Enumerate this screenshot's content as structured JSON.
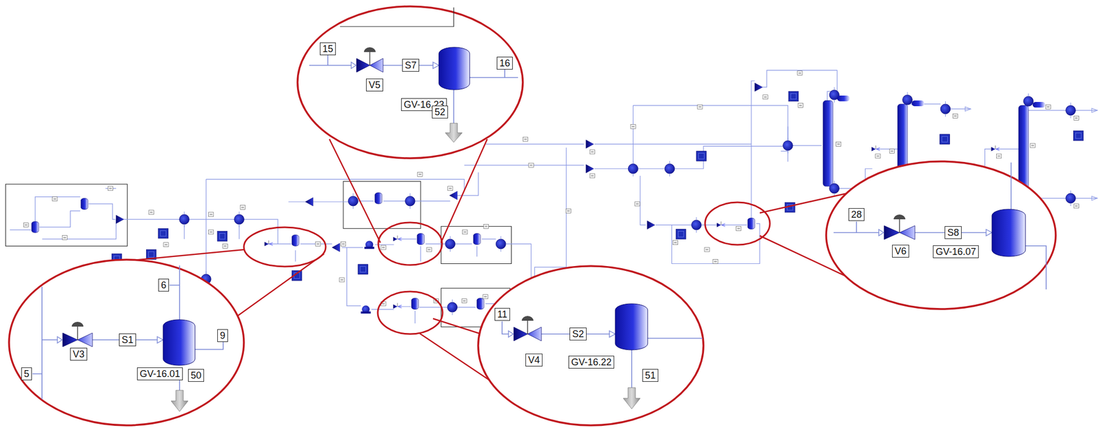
{
  "diagram": {
    "nodes": [
      {
        "text": [
          "V5"
        ]
      },
      {
        "text": [
          "GV-16.23"
        ]
      },
      {
        "text": [
          "V6"
        ]
      },
      {
        "text": [
          "GV-16.07"
        ]
      },
      {
        "text": [
          "V3"
        ]
      },
      {
        "text": [
          "GV-16.01"
        ]
      },
      {
        "text": [
          "V4"
        ]
      },
      {
        "text": [
          "GV-16.22"
        ]
      }
    ],
    "edges": [
      {
        "from": 0,
        "to": 1,
        "label": "S7",
        "arrow": "to"
      },
      {
        "from": 2,
        "to": 3,
        "label": "S8",
        "arrow": "to"
      },
      {
        "from": 4,
        "to": 5,
        "label": "S1",
        "arrow": "to"
      },
      {
        "from": 6,
        "to": 7,
        "label": "S2",
        "arrow": "to"
      }
    ],
    "labels": [
      "15",
      "16",
      "52",
      "28",
      "6",
      "5",
      "9",
      "50",
      "11",
      "51"
    ]
  }
}
